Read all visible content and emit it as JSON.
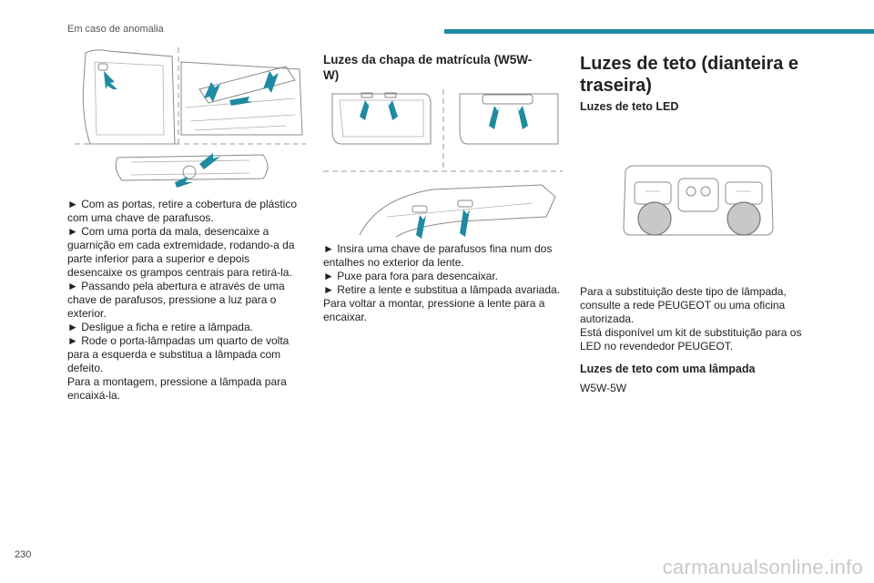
{
  "header": {
    "section": "Em caso de anomalia",
    "accent_color": "#1f8aa0"
  },
  "page": {
    "number": "230"
  },
  "watermark": "carmanualsonline.info",
  "col1": {
    "paragraphs": [
      "► Com as portas, retire a cobertura de plástico com uma chave de parafusos.",
      "► Com uma porta da mala, desencaixe a guarnição em cada extremidade, rodando-a da parte inferior para a superior e depois desencaixe os grampos centrais para retirá-la.",
      "► Passando pela abertura e através de uma chave de parafusos, pressione a luz para o exterior.",
      "► Desligue a ficha e retire a lâmpada.",
      "► Rode o porta-lâmpadas um quarto de volta para a esquerda e substitua a lâmpada com defeito.",
      "Para a montagem, pressione a lâmpada para encaixá-la."
    ]
  },
  "col2": {
    "title": "Luzes da chapa de matrícula (W5W-W)",
    "paragraphs": [
      "► Insira uma chave de parafusos fina num dos entalhes no exterior da lente.",
      "► Puxe para fora para desencaixar.",
      "► Retire a lente e substitua a lâmpada avariada.",
      "Para voltar a montar, pressione a lente para a encaixar."
    ]
  },
  "col3": {
    "title": "Luzes de teto (dianteira e traseira)",
    "led_subtitle": "Luzes de teto LED",
    "paragraphs": [
      "Para a substituição deste tipo de lâmpada, consulte a rede PEUGEOT ou uma oficina autorizada.",
      "Está disponível um kit de substituição para os LED no revendedor PEUGEOT."
    ],
    "bulb_subtitle": "Luzes de teto com uma lâmpada",
    "bulb_type": "W5W-5W"
  }
}
